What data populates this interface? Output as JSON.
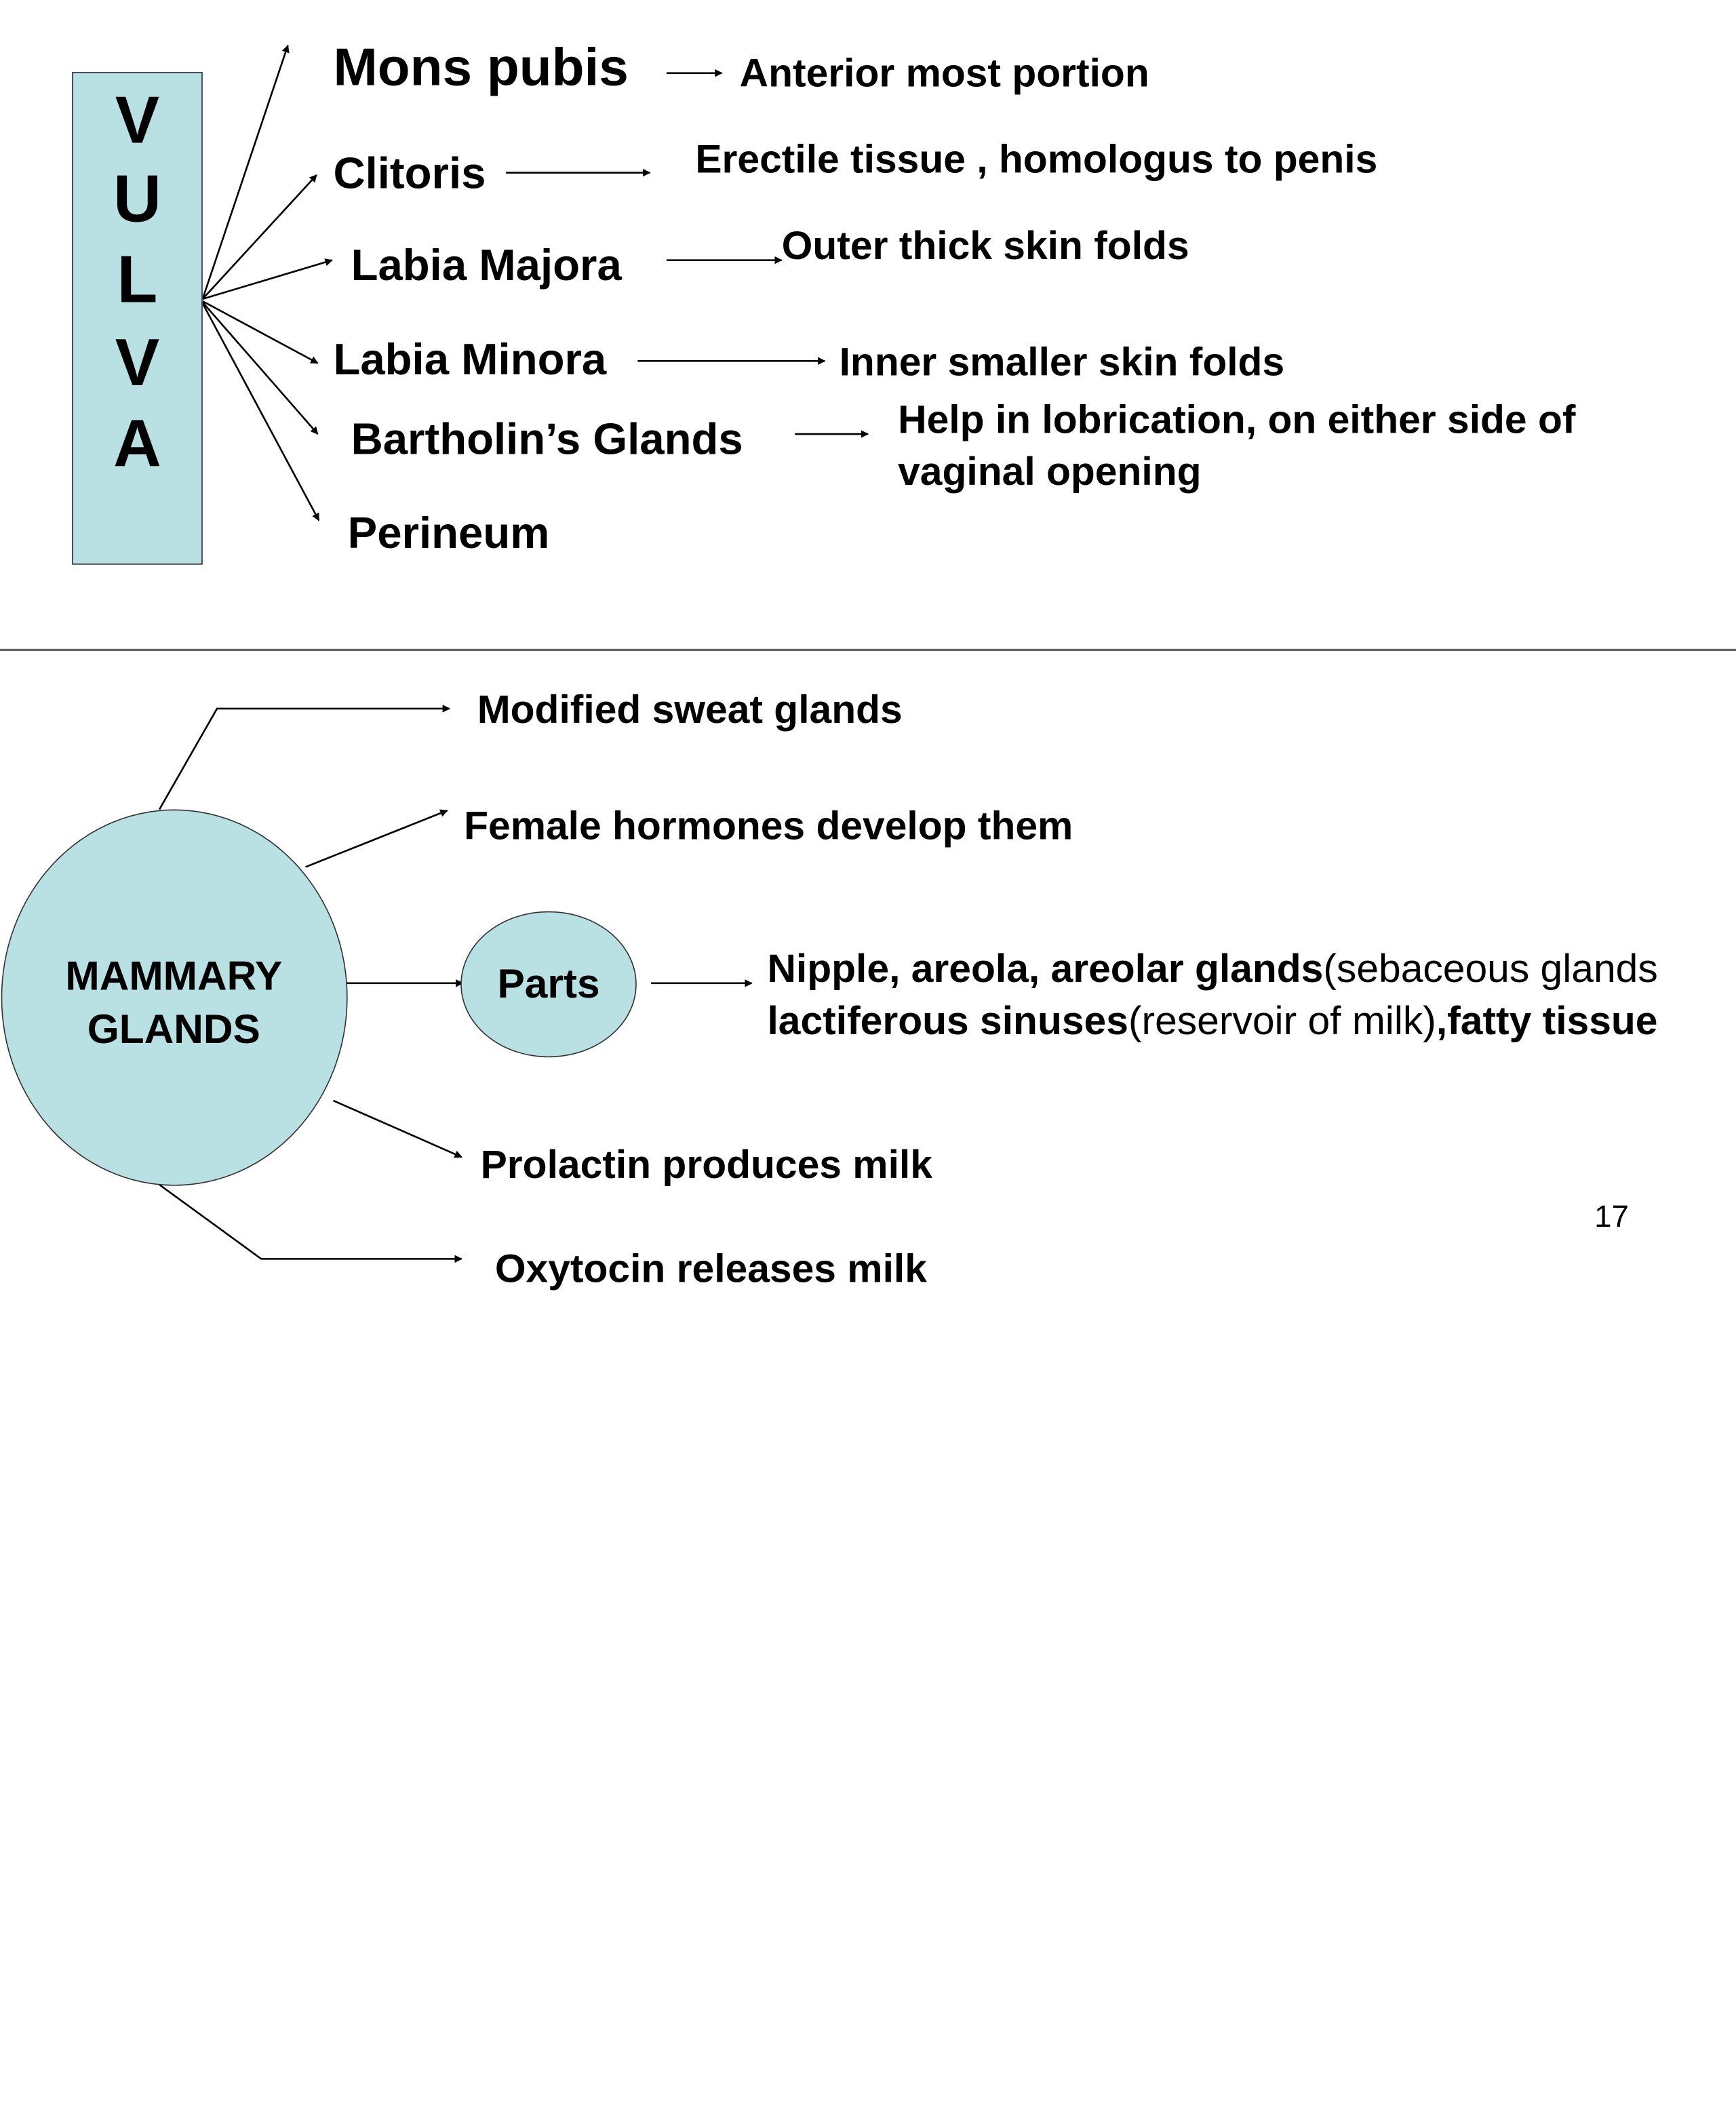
{
  "vulva": {
    "letters": [
      "V",
      "U",
      "L",
      "V",
      "A"
    ],
    "parts": [
      {
        "name": "Mons pubis",
        "desc": "Anterior most portion"
      },
      {
        "name": "Clitoris",
        "desc": "Erectile tissue , homologus to penis"
      },
      {
        "name": "Labia Majora",
        "desc": "Outer thick skin folds"
      },
      {
        "name": "Labia Minora",
        "desc": "Inner smaller skin folds"
      },
      {
        "name": "Bartholin’s Glands",
        "desc_line1": "Help in lobrication, on either side of",
        "desc_line2": "vaginal opening"
      },
      {
        "name": "Perineum"
      }
    ]
  },
  "mammary": {
    "label_line1": "MAMMARY",
    "label_line2": "GLANDS",
    "facts": [
      "Modified sweat glands",
      "Female hormones develop them",
      "Prolactin produces milk",
      "Oxytocin releases milk"
    ],
    "parts_label": "Parts",
    "parts_desc": {
      "l1_bold": "Nipple, areola, areolar glands",
      "l1_normal": "(sebaceous glands",
      "l2_bold": "lactiferous sinuses",
      "l2_normal": "(reservoir of milk)",
      "l2_bold_end": ",fatty tissue"
    }
  },
  "page_number": "17",
  "colors": {
    "box_fill": "#b9e0e3",
    "text": "#000000",
    "divider": "#666666"
  }
}
